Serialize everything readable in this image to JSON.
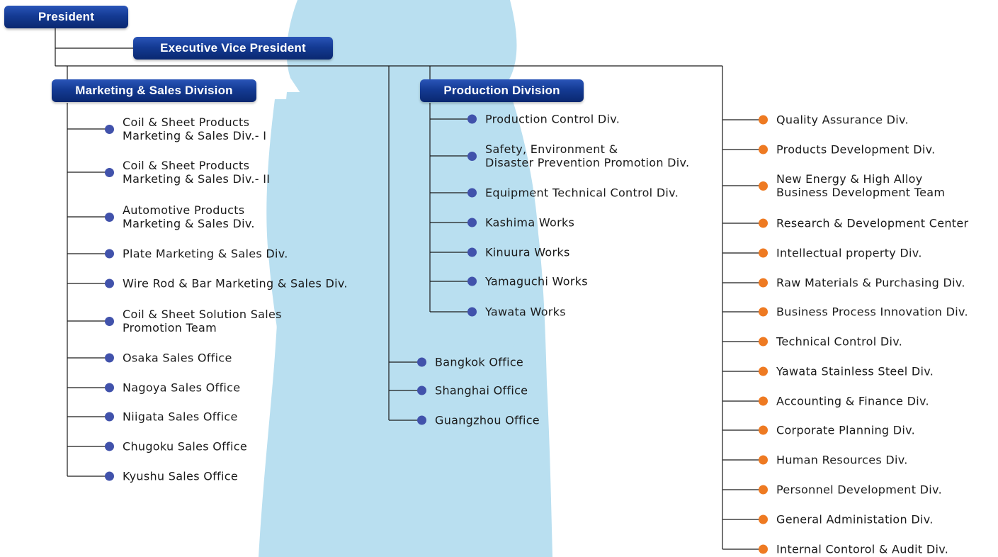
{
  "colors": {
    "header": "#143a93",
    "line": "#1a1a1a",
    "sales_dot": "#4152ab",
    "corporate_dot": "#ee7a22",
    "figure": "#b9dff0"
  },
  "headers": {
    "president": "President",
    "evp": "Executive Vice President",
    "marketing": "Marketing & Sales Division",
    "production": "Production Division"
  },
  "marketing_items": [
    "Coil & Sheet Products\nMarketing & Sales Div.- I",
    "Coil & Sheet Products\nMarketing & Sales Div.- II",
    "Automotive Products\nMarketing & Sales Div.",
    "Plate  Marketing & Sales Div.",
    "Wire Rod & Bar Marketing & Sales Div.",
    "Coil & Sheet Solution Sales\nPromotion Team",
    "Osaka Sales Office",
    "Nagoya Sales Office",
    "Niigata Sales Office",
    "Chugoku Sales Office",
    "Kyushu Sales Office"
  ],
  "production_items": [
    "Production Control Div.",
    "Safety, Environment &\nDisaster Prevention Promotion Div.",
    "Equipment Technical Control Div.",
    "Kashima Works",
    "Kinuura Works",
    "Yamaguchi Works",
    "Yawata Works"
  ],
  "overseas_items": [
    "Bangkok Office",
    "Shanghai Office",
    "Guangzhou Office"
  ],
  "corporate_items": [
    "Quality Assurance Div.",
    "Products Development Div.",
    "New Energy & High Alloy\nBusiness Development Team",
    "Research & Development Center",
    "Intellectual property Div.",
    "Raw Materials & Purchasing Div.",
    "Business Process Innovation Div.",
    "Technical Control Div.",
    "Yawata Stainless Steel Div.",
    "Accounting & Finance Div.",
    "Corporate Planning Div.",
    "Human Resources Div.",
    "Personnel Development Div.",
    "General Administation Div.",
    "Internal Contorol & Audit Div."
  ]
}
